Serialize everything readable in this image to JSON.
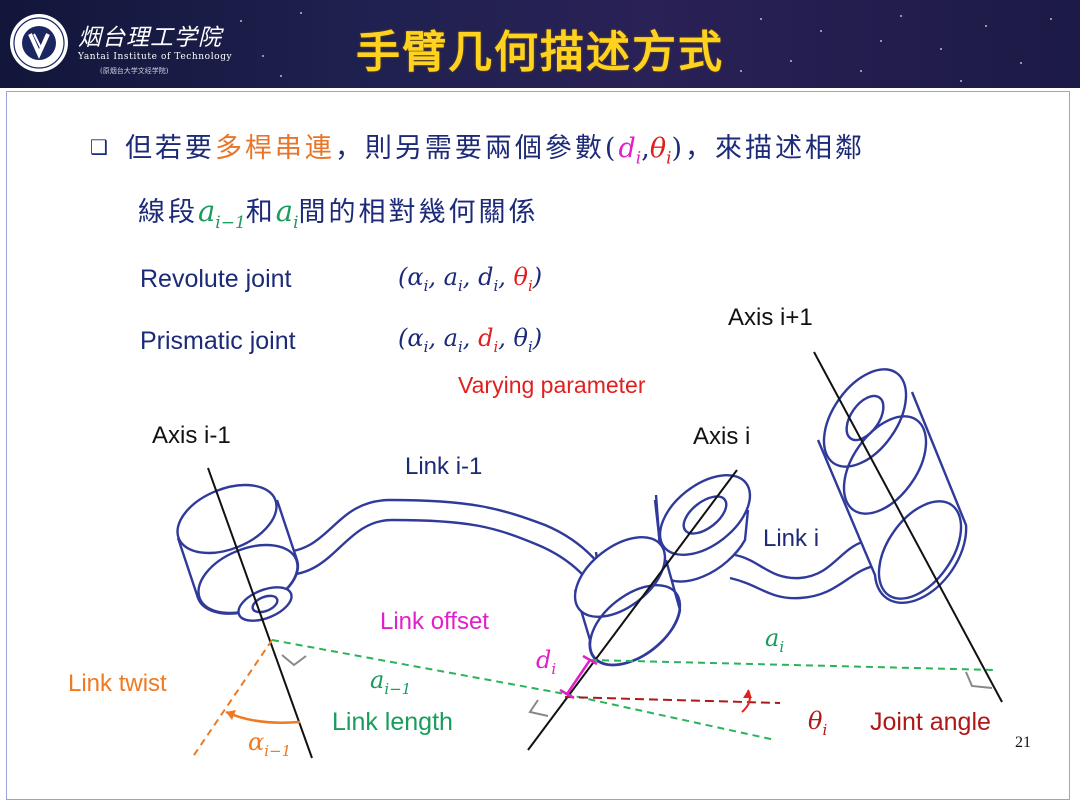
{
  "header": {
    "title": "手臂几何描述方式",
    "school_name_cn": "烟台理工学院",
    "school_name_en": "Yantai Institute of Technology",
    "school_sub": "(原烟台大学文经学院)",
    "title_color": "#ffd21f"
  },
  "bullet": {
    "marker": "❑",
    "line1_prefix": "但若要",
    "line1_highlight": "多桿串連",
    "line1_mid": "，則另需要兩個參數(",
    "d_i": "d",
    "comma": ",",
    "theta_i": "θ",
    "sub_i": "i",
    "line1_suffix": ")，來描述相鄰",
    "line2_prefix": "線段",
    "a": "a",
    "sub_im1": "i−1",
    "line2_and": "和",
    "line2_suffix": "間的相對幾何關係"
  },
  "params": {
    "revolute_label": "Revolute joint",
    "prismatic_label": "Prismatic joint",
    "varying": "Varying parameter",
    "open": "(",
    "close": ")",
    "alpha": "α",
    "a": "a",
    "d": "d",
    "theta": "θ",
    "sep": ", ",
    "sub": "i"
  },
  "diagram": {
    "axis_im1": "Axis i-1",
    "axis_i": "Axis i",
    "axis_ip1": "Axis i+1",
    "link_im1": "Link i-1",
    "link_i": "Link i",
    "link_offset": "Link offset",
    "link_twist": "Link twist",
    "link_length": "Link length",
    "joint_angle": "Joint angle",
    "sym_a": "a",
    "sym_d": "d",
    "sym_theta": "θ",
    "sym_alpha": "α",
    "sub_i": "i",
    "sub_im1": "i−1"
  },
  "page_number": "21",
  "colors": {
    "text_dark_blue": "#1c2a78",
    "highlight_orange": "#e8752a",
    "param_magenta": "#e020c8",
    "param_red": "#e0201e",
    "math_green": "#1a9c5c",
    "cylinder_blue": "#2f3a9a",
    "orange": "#ee7a22",
    "green_dash": "#2ab35a",
    "dark_red": "#b01818"
  }
}
